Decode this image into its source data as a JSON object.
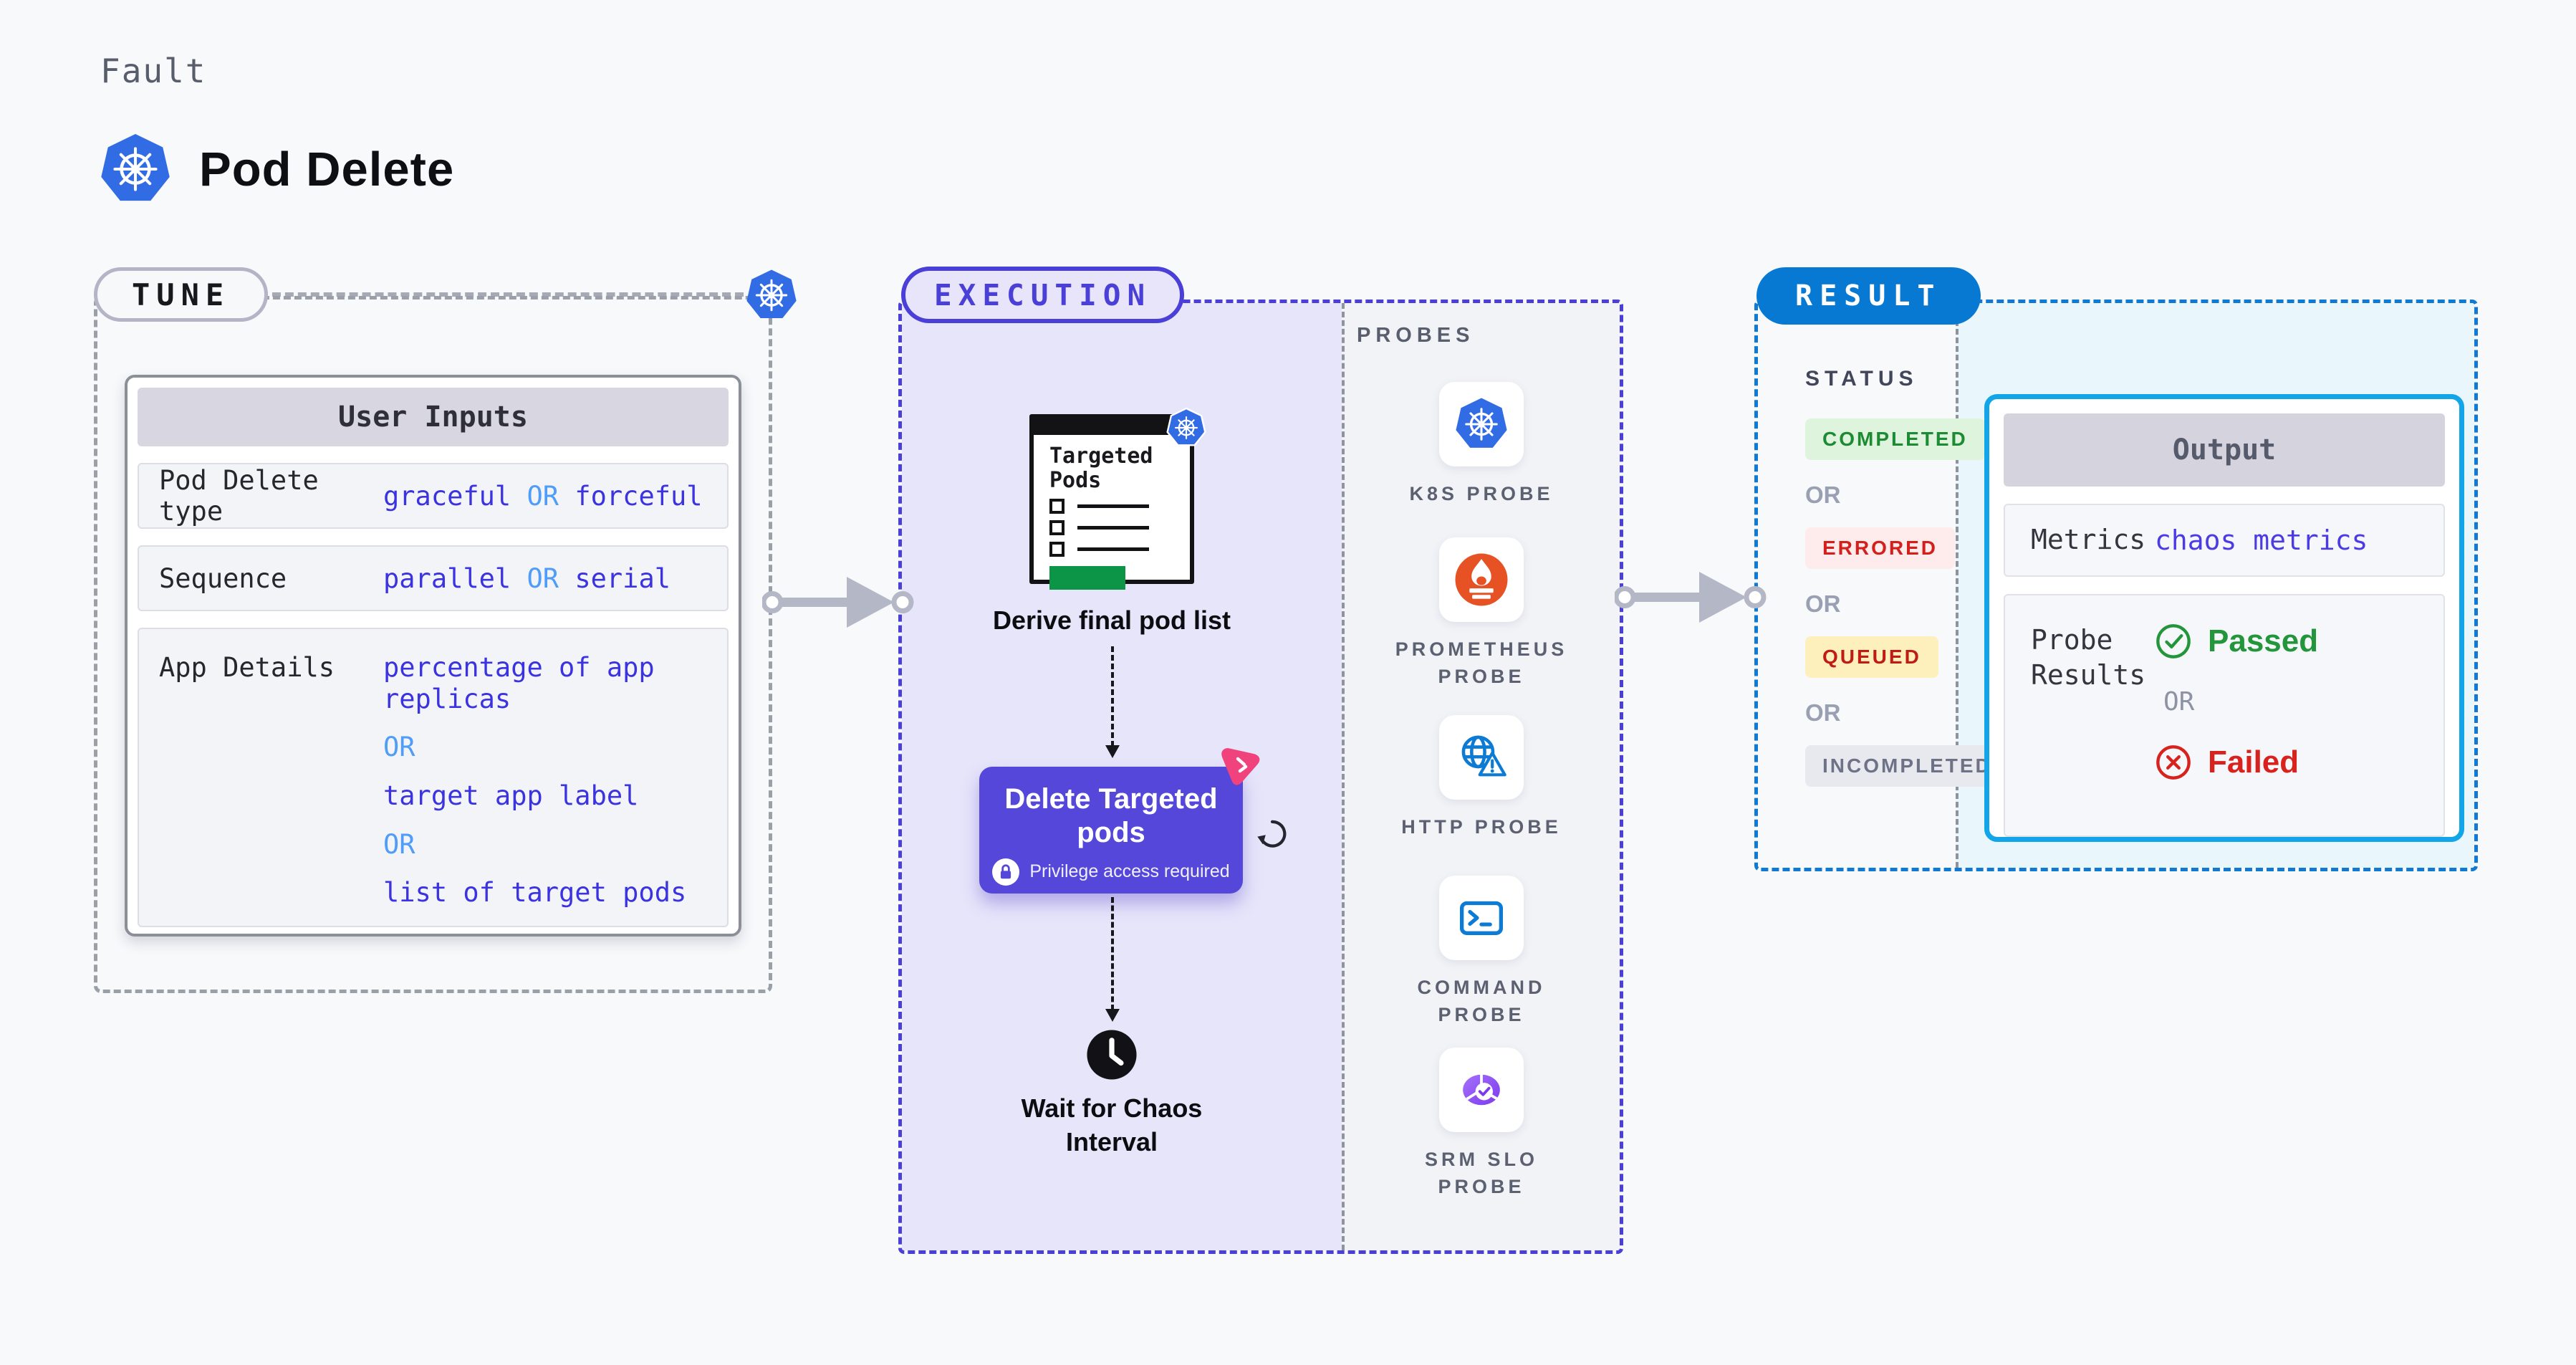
{
  "header": {
    "eyebrow": "Fault",
    "title": "Pod Delete"
  },
  "tune": {
    "pill": "TUNE",
    "table": {
      "header": "User Inputs",
      "rows": [
        {
          "label": "Pod Delete type",
          "parts": [
            {
              "text": "graceful"
            },
            {
              "text": "OR"
            },
            {
              "text": "forceful"
            }
          ]
        },
        {
          "label": "Sequence",
          "parts": [
            {
              "text": "parallel"
            },
            {
              "text": "OR"
            },
            {
              "text": "serial"
            }
          ]
        },
        {
          "label": "App Details",
          "lines": [
            "percentage of app replicas",
            "OR",
            "target app label",
            "OR",
            "list of target pods"
          ]
        }
      ]
    }
  },
  "execution": {
    "pill": "EXECUTION",
    "steps": {
      "targeted_pods_title": "Targeted Pods",
      "derive_label": "Derive final pod list",
      "delete_title": "Delete Targeted pods",
      "delete_note": "Privilege access required",
      "wait_label": "Wait for Chaos Interval"
    },
    "probes": {
      "heading": "PROBES",
      "items": [
        {
          "label": "K8S PROBE",
          "icon": "kubernetes-icon"
        },
        {
          "label": "PROMETHEUS PROBE",
          "icon": "prometheus-icon"
        },
        {
          "label": "HTTP PROBE",
          "icon": "http-globe-icon"
        },
        {
          "label": "COMMAND PROBE",
          "icon": "terminal-icon"
        },
        {
          "label": "SRM SLO PROBE",
          "icon": "srm-slo-icon"
        }
      ]
    }
  },
  "result": {
    "pill": "RESULT",
    "status": {
      "heading": "STATUS",
      "items": [
        {
          "label": "COMPLETED",
          "tone": "green"
        },
        {
          "label": "OR",
          "tone": "or"
        },
        {
          "label": "ERRORED",
          "tone": "red"
        },
        {
          "label": "OR",
          "tone": "or"
        },
        {
          "label": "QUEUED",
          "tone": "yellow"
        },
        {
          "label": "OR",
          "tone": "or"
        },
        {
          "label": "INCOMPLETED",
          "tone": "gray"
        }
      ]
    },
    "output": {
      "header": "Output",
      "metrics_label": "Metrics",
      "metrics_value": "chaos metrics",
      "probe_results_label": "Probe Results",
      "passed": "Passed",
      "or": "OR",
      "failed": "Failed"
    }
  },
  "colors": {
    "accent_indigo": "#4a3fd6",
    "value_blue": "#3b33e0",
    "or_light_blue": "#4f9df8",
    "result_blue": "#0879d3",
    "output_border": "#12a6e8",
    "kubernetes_blue": "#326ce5",
    "prometheus_orange": "#e75225",
    "probe_icon_blue": "#0d7bd4",
    "srm_purple": "#7c3aed",
    "delete_node_purple": "#5447d9",
    "chaos_pink": "#f0437d",
    "passed_green": "#23963c",
    "failed_red": "#d7221e"
  }
}
